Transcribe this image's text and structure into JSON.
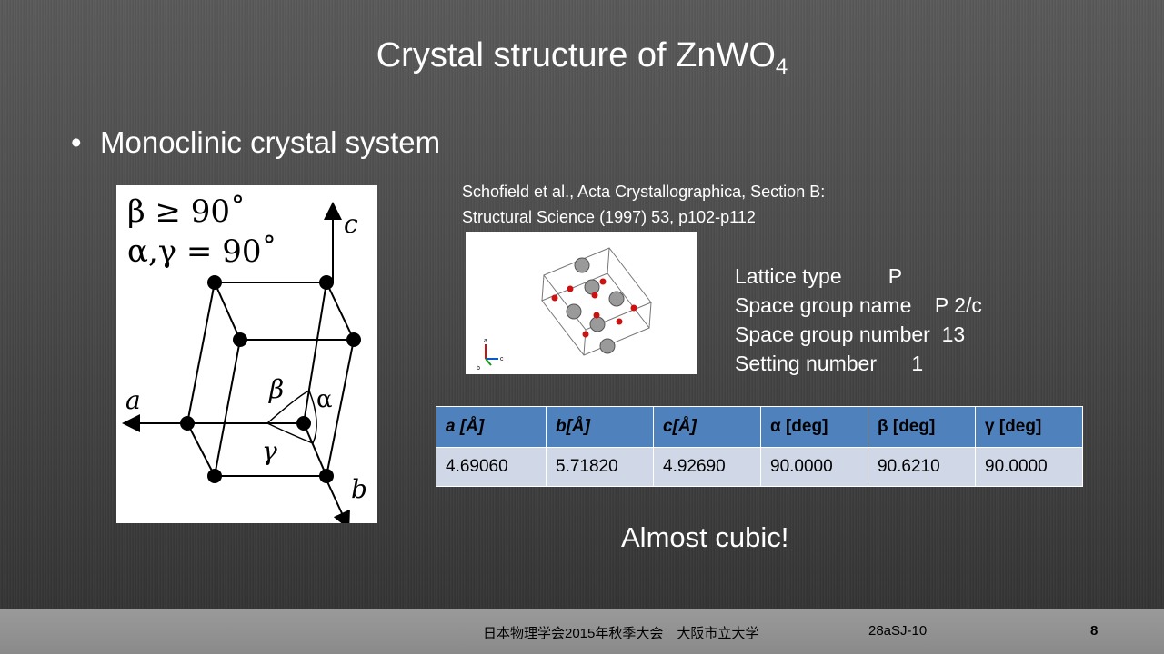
{
  "slide": {
    "title_main": "Crystal structure of ZnWO",
    "title_subscript": "4",
    "bullet": "Monoclinic crystal system",
    "citation_line1": "Schofield et al., Acta Crystallographica, Section B:",
    "citation_line2": "Structural Science (1997) 53, p102-p112",
    "diagram": {
      "eq1": "β ≥ 90˚",
      "eq2": "α,γ = 90˚",
      "axis_a": "a",
      "axis_b": "b",
      "axis_c": "c",
      "angle_alpha": "α",
      "angle_beta": "β",
      "angle_gamma": "γ"
    },
    "structure_axes": {
      "a": "a",
      "b": "b",
      "c": "c"
    },
    "lattice_info": [
      {
        "label": "Lattice type",
        "value": "P",
        "gap": "        "
      },
      {
        "label": "Space group name",
        "value": "P 2/c",
        "gap": "    "
      },
      {
        "label": "Space group number",
        "value": "13",
        "gap": "  "
      },
      {
        "label": "Setting number",
        "value": "1",
        "gap": "      "
      }
    ],
    "table": {
      "headers": [
        "a [Å]",
        "b[Å]",
        "c[Å]",
        "α [deg]",
        "β [deg]",
        "γ [deg]"
      ],
      "row": [
        "4.69060",
        "5.71820",
        "4.92690",
        "90.0000",
        "90.6210",
        "90.0000"
      ]
    },
    "remark": "Almost cubic!",
    "footer": {
      "conference": "日本物理学会2015年秋季大会　大阪市立大学",
      "code": "28aSJ-10",
      "page": "8"
    },
    "colors": {
      "table_header": "#4f81bd",
      "table_cell": "#d0d8e8",
      "atom_large": "#9a9a9a",
      "atom_small": "#cc1111"
    }
  }
}
